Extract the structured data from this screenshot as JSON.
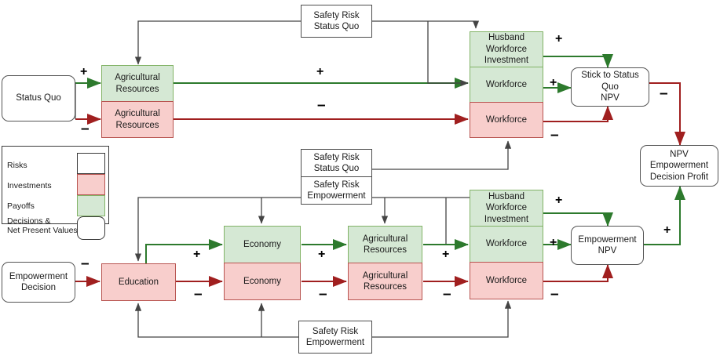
{
  "diagram": {
    "title": "Decision tree / influence diagram: Status Quo vs Empowerment Decision",
    "colors": {
      "payoff_green_fill": "#d5e8d4",
      "payoff_green_stroke": "#82b366",
      "investment_red_fill": "#f8cecc",
      "investment_red_stroke": "#b85450",
      "risk_white_fill": "#ffffff",
      "risk_stroke": "#3a3a3a",
      "green_arrow": "#2d7a2d",
      "red_arrow": "#a01f1f",
      "black_arrow": "#444444"
    }
  },
  "legend": {
    "items": [
      {
        "label": "Risks",
        "swatch": "white"
      },
      {
        "label": "Investments",
        "swatch": "red"
      },
      {
        "label": "Payoffs",
        "swatch": "green"
      },
      {
        "label": "Decisions &\nNet Present Values",
        "swatch": "rounded-white"
      }
    ],
    "item_0_label": "Risks",
    "item_1_label": "Investments",
    "item_2_label": "Payoffs",
    "item_3_label_line1": "Decisions &",
    "item_3_label_line2": "Net Present Values"
  },
  "top_row": {
    "decision": "Status Quo",
    "risk_box": {
      "line1": "Safety Risk",
      "line2": "Status Quo"
    },
    "agri": {
      "payoff": "Agricultural\nResources",
      "investment": "Agricultural\nResources",
      "payoff_l1": "Agricultural",
      "payoff_l2": "Resources",
      "investment_l1": "Agricultural",
      "investment_l2": "Resources"
    },
    "workforce_stack": {
      "husband_l1": "Husband Workforce",
      "husband_l2": "Investment",
      "workforce_payoff": "Workforce",
      "workforce_investment": "Workforce"
    },
    "npv": {
      "line1": "Stick to Status Quo",
      "line2": "NPV"
    },
    "signs": {
      "decision_to_agri_plus": "+",
      "decision_to_agri_minus": "–",
      "agri_to_wf_plus": "+",
      "agri_to_wf_minus": "–",
      "hwi_plus": "+",
      "wf_plus": "+",
      "wf_minus": "–"
    }
  },
  "middle_risk": {
    "status_quo": {
      "line1": "Safety Risk",
      "line2": "Status Quo"
    },
    "empowerment": {
      "line1": "Safety Risk",
      "line2": "Empowerment"
    }
  },
  "bottom_risk": {
    "line1": "Safety Risk",
    "line2": "Empowerment"
  },
  "bottom_row": {
    "decision": {
      "line1": "Empowerment",
      "line2": "Decision"
    },
    "education": "Education",
    "economy": {
      "payoff": "Economy",
      "investment": "Economy"
    },
    "agri": {
      "payoff_l1": "Agricultural",
      "payoff_l2": "Resources",
      "investment_l1": "Agricultural",
      "investment_l2": "Resources"
    },
    "workforce_stack": {
      "husband_l1": "Husband Workforce",
      "husband_l2": "Investment",
      "workforce_payoff": "Workforce",
      "workforce_investment": "Workforce"
    },
    "npv": "Empowerment  NPV",
    "signs": {
      "edu_plus": "+",
      "edu_minus": "–",
      "econ_plus": "+",
      "econ_minus": "–",
      "agri_plus": "+",
      "agri_minus": "–",
      "hwi_plus": "+",
      "wf_plus": "+",
      "wf_minus": "–"
    }
  },
  "profit": {
    "line1": "NPV Empowerment",
    "line2": "Decision Profit",
    "sign_from_status_quo": "–",
    "sign_from_empowerment": "+"
  }
}
